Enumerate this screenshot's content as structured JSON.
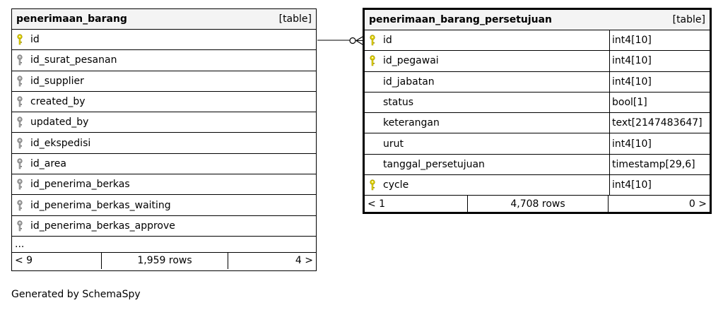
{
  "tables": [
    {
      "name": "penerimaan_barang",
      "kind": "[table]",
      "columns": [
        {
          "name": "id",
          "key": "primary"
        },
        {
          "name": "id_surat_pesanan",
          "key": "foreign"
        },
        {
          "name": "id_supplier",
          "key": "foreign"
        },
        {
          "name": "created_by",
          "key": "foreign"
        },
        {
          "name": "updated_by",
          "key": "foreign"
        },
        {
          "name": "id_ekspedisi",
          "key": "foreign"
        },
        {
          "name": "id_area",
          "key": "foreign"
        },
        {
          "name": "id_penerima_berkas",
          "key": "foreign"
        },
        {
          "name": "id_penerima_berkas_waiting",
          "key": "foreign"
        },
        {
          "name": "id_penerima_berkas_approve",
          "key": "foreign"
        }
      ],
      "more": "...",
      "footer": {
        "parents": "< 9",
        "rows": "1,959 rows",
        "children": "4 >"
      }
    },
    {
      "name": "penerimaan_barang_persetujuan",
      "kind": "[table]",
      "columns": [
        {
          "name": "id",
          "type": "int4[10]",
          "key": "primary"
        },
        {
          "name": "id_pegawai",
          "type": "int4[10]",
          "key": "primary"
        },
        {
          "name": "id_jabatan",
          "type": "int4[10]",
          "key": "none"
        },
        {
          "name": "status",
          "type": "bool[1]",
          "key": "none"
        },
        {
          "name": "keterangan",
          "type": "text[2147483647]",
          "key": "none"
        },
        {
          "name": "urut",
          "type": "int4[10]",
          "key": "none"
        },
        {
          "name": "tanggal_persetujuan",
          "type": "timestamp[29,6]",
          "key": "none"
        },
        {
          "name": "cycle",
          "type": "int4[10]",
          "key": "primary"
        }
      ],
      "footer": {
        "parents": "< 1",
        "rows": "4,708 rows",
        "children": "0 >"
      }
    }
  ],
  "generated_by": "Generated by SchemaSpy",
  "colors": {
    "primary_key": "#e6d600",
    "foreign_key": "#a8a8a8",
    "header_bg": "#f4f4f4"
  },
  "icons": {
    "primary": "primary-key-icon",
    "foreign": "foreign-key-icon"
  }
}
